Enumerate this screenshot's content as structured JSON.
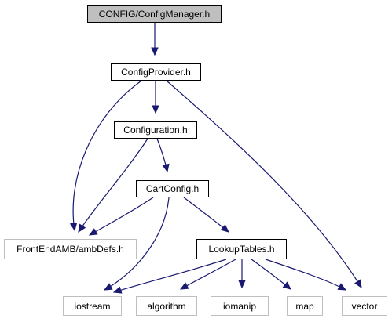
{
  "nodes": {
    "config_manager": "CONFIG/ConfigManager.h",
    "config_provider": "ConfigProvider.h",
    "configuration": "Configuration.h",
    "cart_config": "CartConfig.h",
    "amb_defs": "FrontEndAMB/ambDefs.h",
    "lookup_tables": "LookupTables.h",
    "iostream": "iostream",
    "algorithm": "algorithm",
    "iomanip": "iomanip",
    "map": "map",
    "vector": "vector"
  },
  "edges": [
    {
      "from": "config_manager",
      "to": "config_provider"
    },
    {
      "from": "config_provider",
      "to": "configuration"
    },
    {
      "from": "config_provider",
      "to": "amb_defs"
    },
    {
      "from": "config_provider",
      "to": "vector"
    },
    {
      "from": "configuration",
      "to": "cart_config"
    },
    {
      "from": "configuration",
      "to": "amb_defs"
    },
    {
      "from": "cart_config",
      "to": "amb_defs"
    },
    {
      "from": "cart_config",
      "to": "lookup_tables"
    },
    {
      "from": "cart_config",
      "to": "iostream"
    },
    {
      "from": "lookup_tables",
      "to": "iostream"
    },
    {
      "from": "lookup_tables",
      "to": "algorithm"
    },
    {
      "from": "lookup_tables",
      "to": "iomanip"
    },
    {
      "from": "lookup_tables",
      "to": "map"
    },
    {
      "from": "lookup_tables",
      "to": "vector"
    }
  ],
  "colors": {
    "edge": "#191970",
    "root_fill": "#bfbfbf",
    "local_border": "#000000",
    "external_border": "#bfbfbf"
  }
}
